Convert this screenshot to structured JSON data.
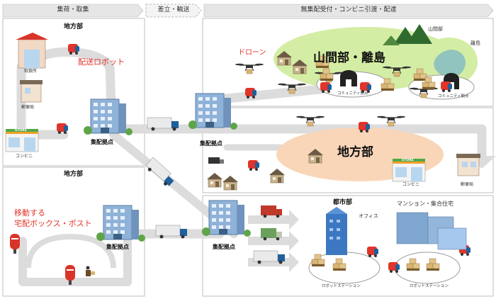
{
  "headers": {
    "collection": "集荷・取集",
    "transport": "差立・輸送",
    "delivery": "無集配受付・コンビニ引渡・配達"
  },
  "regions": {
    "rural_left": "地方部",
    "rural_left_bottom": "地方部",
    "mountain_island": "山間部・離島",
    "rural_right": "地方部",
    "urban": "都市部"
  },
  "labels": {
    "post_office_collect": "取扱所",
    "post_office_left": "郵便局",
    "convenience_left": "コンビニ",
    "delivery_robot": "配送ロボット",
    "hub_top_left": "集配拠点",
    "hub_top_right": "集配拠点",
    "hub_bottom_left": "集配拠点",
    "hub_bottom_right": "集配拠点",
    "drone": "ドローン",
    "mountain": "山間部",
    "island": "離島",
    "community_1": "コミュニティ拠点",
    "community_2": "コミュニティ拠点",
    "convenience_right": "コンビニ",
    "post_office_right": "郵便局",
    "mobile_box": "移動する\n宅配ボックス・ポスト",
    "office": "オフィス",
    "apartment": "マンション・集合住宅",
    "robot_station_1": "ロボットステーション",
    "robot_station_2": "ロボットステーション",
    "store_sign_left": "STORE",
    "store_sign_right": "STORE"
  },
  "colors": {
    "robot_red": "#e1342a",
    "road_gray": "#dcdcdc",
    "building_blue": "#7fa6cf",
    "mountain_green": "#d4eda4",
    "rural_peach": "#f9d6b8",
    "border_gray": "#9c9c9c",
    "truck_blue": "#1f5f9c"
  },
  "icons": [
    "drone-icon",
    "robot-icon",
    "truck-icon",
    "building-icon",
    "house-icon",
    "mailbox-icon",
    "mountain-icon",
    "convenience-store-icon",
    "parcel-stack-icon"
  ]
}
